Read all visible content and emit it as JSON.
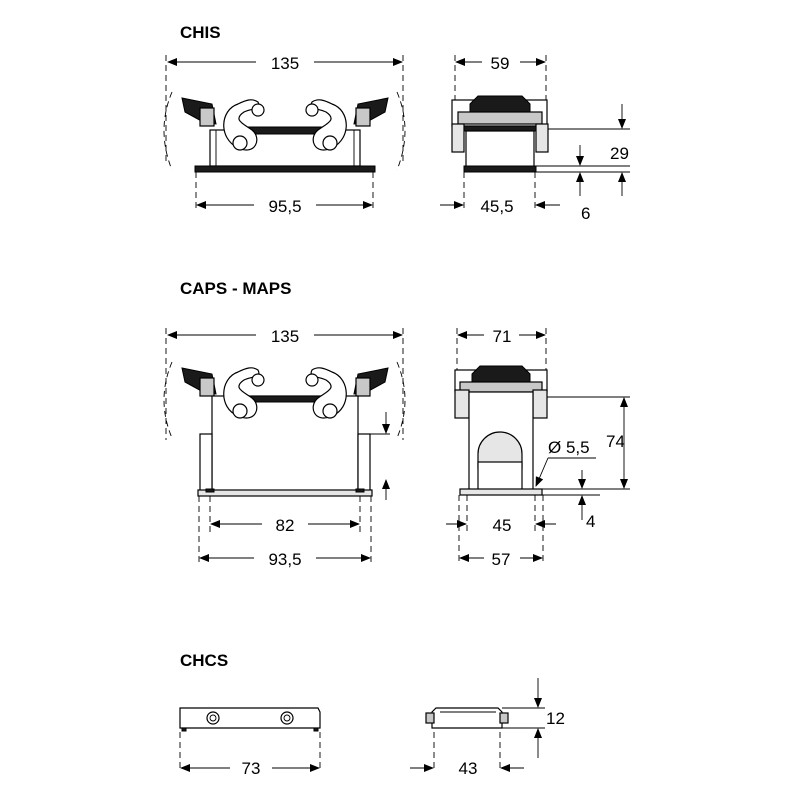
{
  "sections": {
    "chis": {
      "title": "CHIS",
      "front": {
        "overall_width": "135",
        "base_width": "95,5"
      },
      "side": {
        "top_width": "59",
        "base_width": "45,5",
        "height": "29",
        "base_height": "6"
      }
    },
    "caps_maps": {
      "title": "CAPS - MAPS",
      "front": {
        "overall_width": "135",
        "hole_spacing": "82",
        "base_width": "93,5"
      },
      "side": {
        "top_width": "71",
        "hole_diameter": "Ø 5,5",
        "height": "74",
        "hole_spacing": "45",
        "base_width": "57",
        "base_height": "4"
      }
    },
    "chcs": {
      "title": "CHCS",
      "front": {
        "width": "73"
      },
      "side": {
        "width": "43",
        "height": "12"
      }
    }
  }
}
